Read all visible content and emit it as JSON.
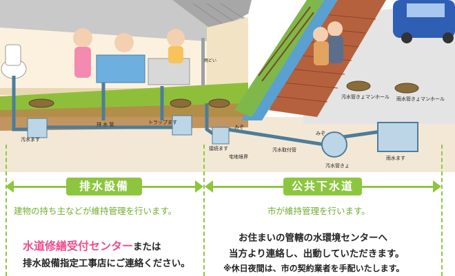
{
  "illustration": {
    "labels": {
      "osuimasu": "汚水ます",
      "haisuikan": "排 水 管",
      "trapmasu": "トラップます",
      "amadoi": "雨どい",
      "setsuzokumasu": "接続ます",
      "takuchikyokai": "宅地境界",
      "osuitoritsukekan": "汚水取付管",
      "osuikanro": "汚水管きょ",
      "usuimasu": "雨水ます",
      "mizo1": "みぞ",
      "mizo2": "みぞ",
      "osui_manhole": "汚水管きょマンホール",
      "usui_manhole": "雨水管きょマンホール"
    }
  },
  "left_section": {
    "title": "排水設備",
    "subtitle": "建物の持ち主などが維持管理を行います。",
    "contact_highlight": "水道修繕受付センター",
    "contact_suffix": "または",
    "contact_line2": "排水設備指定工事店にご連絡ください。"
  },
  "right_section": {
    "title": "公共下水道",
    "subtitle": "市が維持管理を行います。",
    "line1": "お住まいの管轄の水環境センターへ",
    "line2": "当方より連絡し、出動していただきます。",
    "note": "※休日夜間は、市の契約業者を手配いたします。"
  },
  "colors": {
    "accent_green": "#8cc63f",
    "text_green": "#6fae2b",
    "highlight_pink": "#f04c8c"
  }
}
